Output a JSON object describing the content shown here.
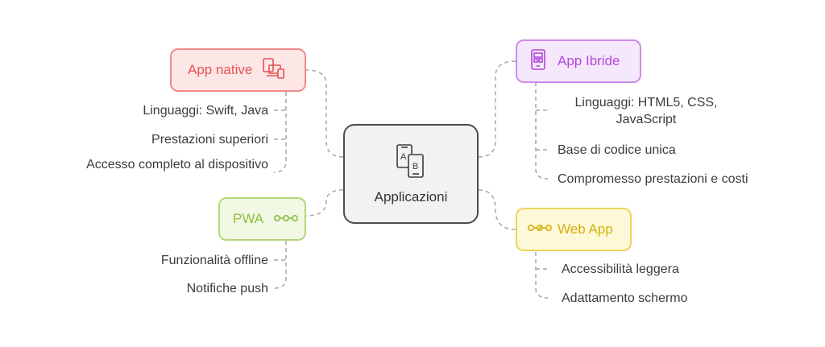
{
  "center": {
    "title": "Applicazioni",
    "icon": "ab-test-devices-icon"
  },
  "branches": {
    "native": {
      "title": "App native",
      "icon": "devices-icon",
      "color": "#e55353",
      "fill": "#fde6e6",
      "border": "#f08a8a",
      "items": [
        "Linguaggi: Swift, Java",
        "Prestazioni superiori",
        "Accesso completo al dispositivo"
      ]
    },
    "hybrid": {
      "title": "App Ibride",
      "icon": "tablet-app-icon",
      "color": "#b347d9",
      "fill": "#f6e8fc",
      "border": "#cf8ce8",
      "items": [
        "Linguaggi: HTML5, CSS, JavaScript",
        "Base di codice unica",
        "Compromesso prestazioni e costi"
      ]
    },
    "pwa": {
      "title": "PWA",
      "icon": "link-dots-icon",
      "color": "#8cbf3f",
      "fill": "#f1f8e4",
      "border": "#b3d77a",
      "items": [
        "Funzionalità offline",
        "Notifiche push"
      ]
    },
    "web": {
      "title": "Web App",
      "icon": "connected-dots-icon",
      "color": "#d4b00b",
      "fill": "#fdf8d8",
      "border": "#ecd55a",
      "items": [
        "Accessibilità leggera",
        "Adattamento schermo"
      ]
    }
  }
}
